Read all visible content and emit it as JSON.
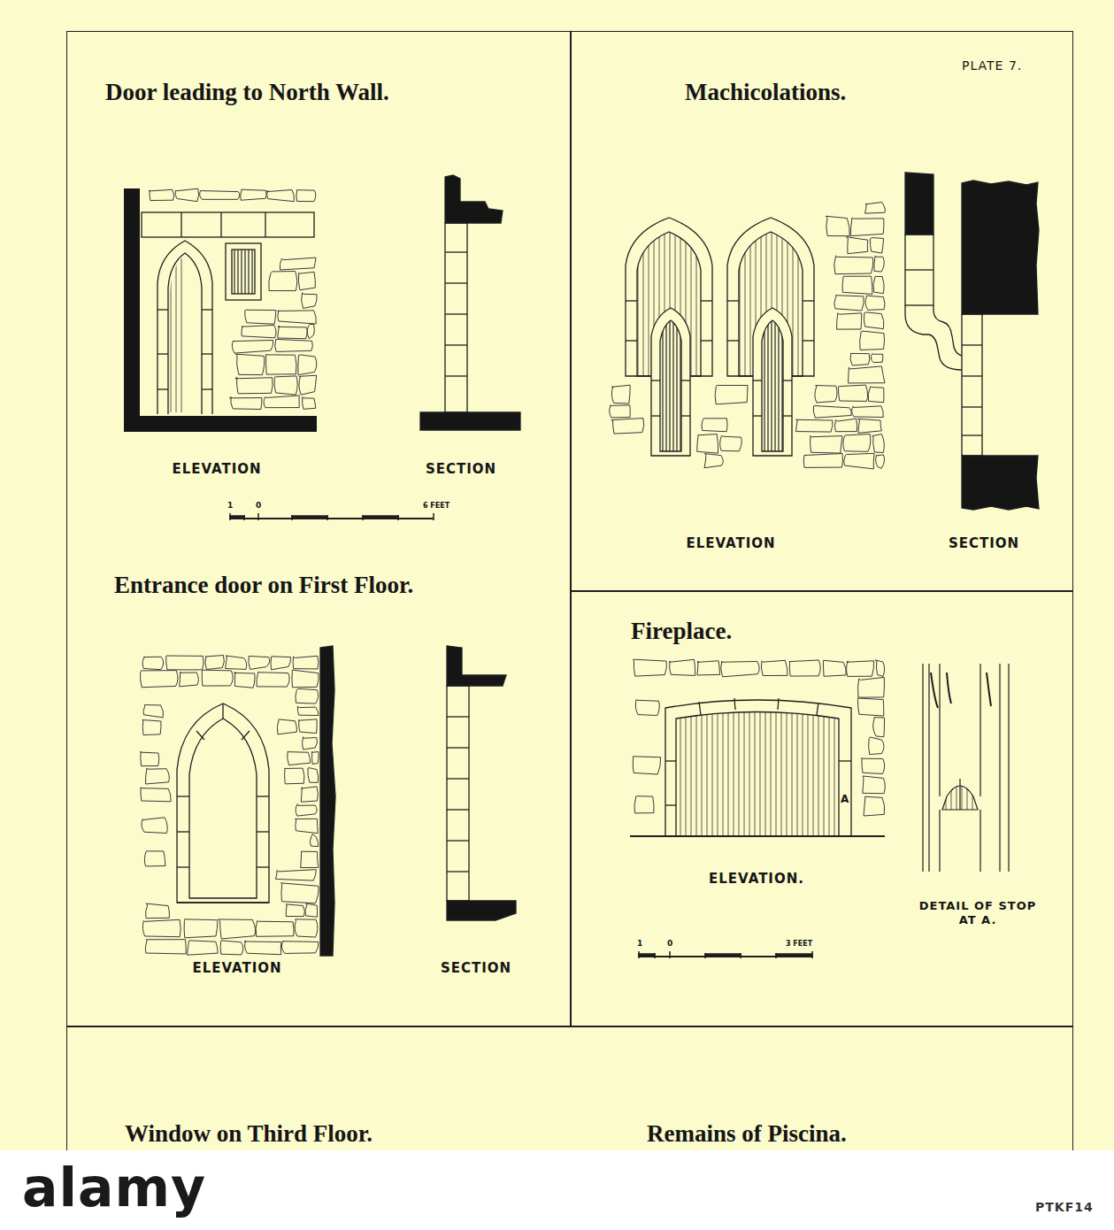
{
  "diagram": {
    "nodes": [
      {
        "text": [
          "Door leading to North Wall.",
          "Entrance door on First Floor."
        ]
      },
      {
        "text": [
          "Machicolations."
        ]
      },
      {
        "text": [
          "Fireplace."
        ]
      },
      {
        "text": [
          "Window on Third Floor.",
          "Remains of Piscina."
        ]
      }
    ],
    "labels": [
      "PLATE 7.",
      "ELEVATION",
      "SECTION",
      "1",
      "0",
      "6 FEET",
      "ELEVATION",
      "SECTION",
      "ELEVATION",
      "SECTION",
      "ELEVATION.",
      "DETAIL OF STOP AT A.",
      "1",
      "0",
      "3 FEET",
      "A",
      "alamy",
      "PTKF14"
    ]
  }
}
